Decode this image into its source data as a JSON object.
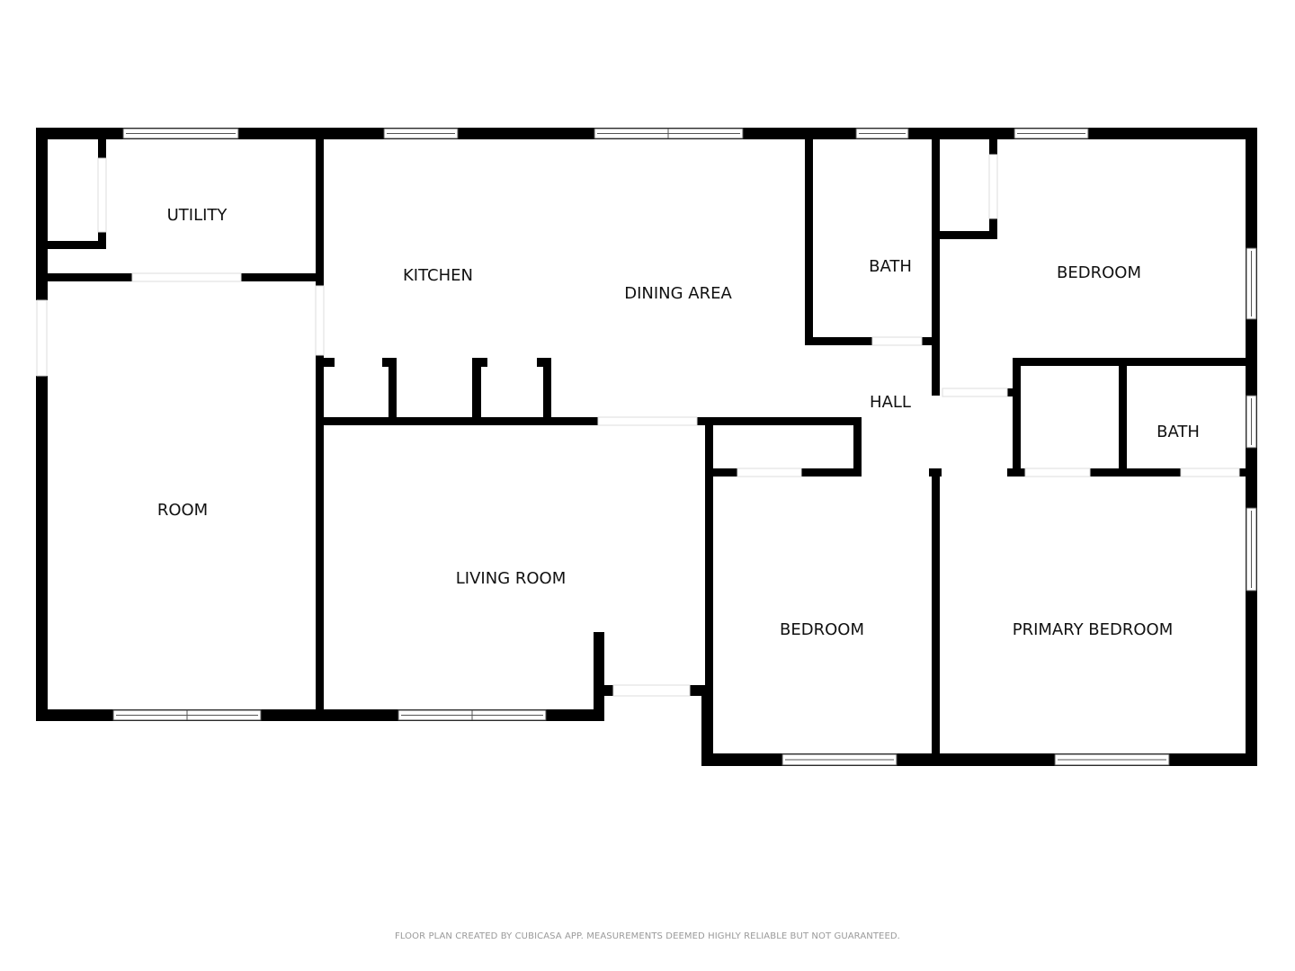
{
  "rooms": {
    "utility": "UTILITY",
    "kitchen": "KITCHEN",
    "dining": "DINING AREA",
    "bath_top": "BATH",
    "bedroom_top": "BEDROOM",
    "hall": "HALL",
    "bath_right": "BATH",
    "room": "ROOM",
    "living": "LIVING ROOM",
    "bedroom_mid": "BEDROOM",
    "primary": "PRIMARY BEDROOM"
  },
  "footer": "FLOOR PLAN CREATED BY CUBICASA APP. MEASUREMENTS DEEMED HIGHLY RELIABLE BUT NOT GUARANTEED.",
  "colors": {
    "wall": "#000000",
    "background": "#ffffff",
    "footer_text": "#9a9a9a"
  }
}
